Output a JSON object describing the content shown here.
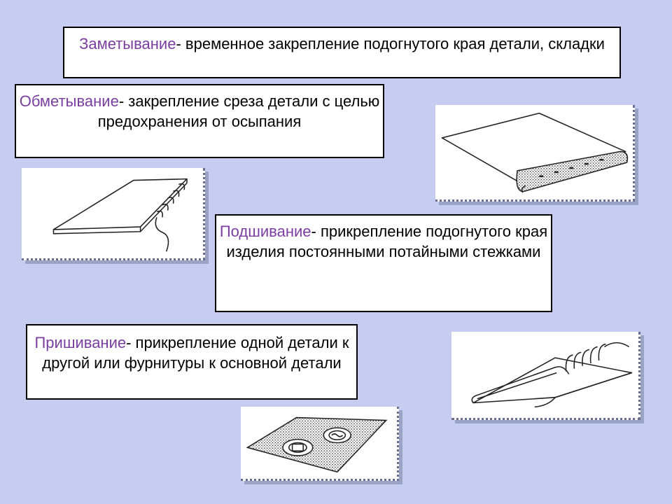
{
  "definitions": [
    {
      "term": "Заметывание",
      "text": "- временное закрепление подогнутого края детали, складки"
    },
    {
      "term": "Обметывание",
      "text": "- закрепление среза детали с  целью предохранения от осыпания"
    },
    {
      "term": "Подшивание",
      "text": "- прикрепление подогнутого края изделия постоянными потайными стежками"
    },
    {
      "term": "Пришивание",
      "text": "- прикрепление одной детали к другой или фурнитуры к основной детали"
    }
  ],
  "illustrations": [
    {
      "icon": "overcast-stitch-icon"
    },
    {
      "icon": "folded-edge-icon"
    },
    {
      "icon": "hem-stitch-icon"
    },
    {
      "icon": "button-on-fabric-icon"
    }
  ],
  "colors": {
    "background": "#c6cdf0",
    "term": "#7a3ea0",
    "text": "#000000"
  }
}
